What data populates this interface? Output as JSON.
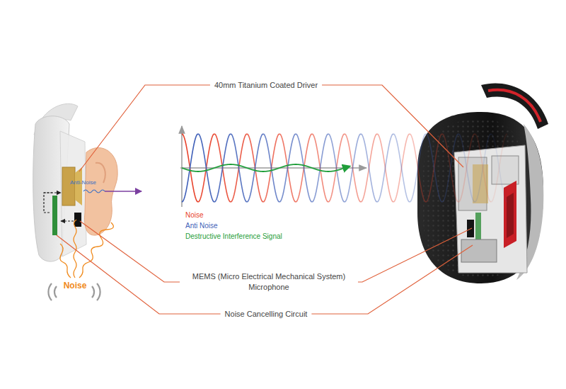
{
  "diagram": {
    "labels": [
      "40mm Titanium Coated Driver",
      "Anti-Noise",
      "Noise",
      "MEMS (Micro Electrical Mechanical System) Microphone",
      "Noise Cancelling Circuit"
    ],
    "legend": [
      {
        "text": "Noise",
        "color": "#e8432c"
      },
      {
        "text": "Anti Noise",
        "color": "#3f5fb8"
      },
      {
        "text": "Destructive Interference Signal",
        "color": "#1f9e3a"
      }
    ]
  }
}
